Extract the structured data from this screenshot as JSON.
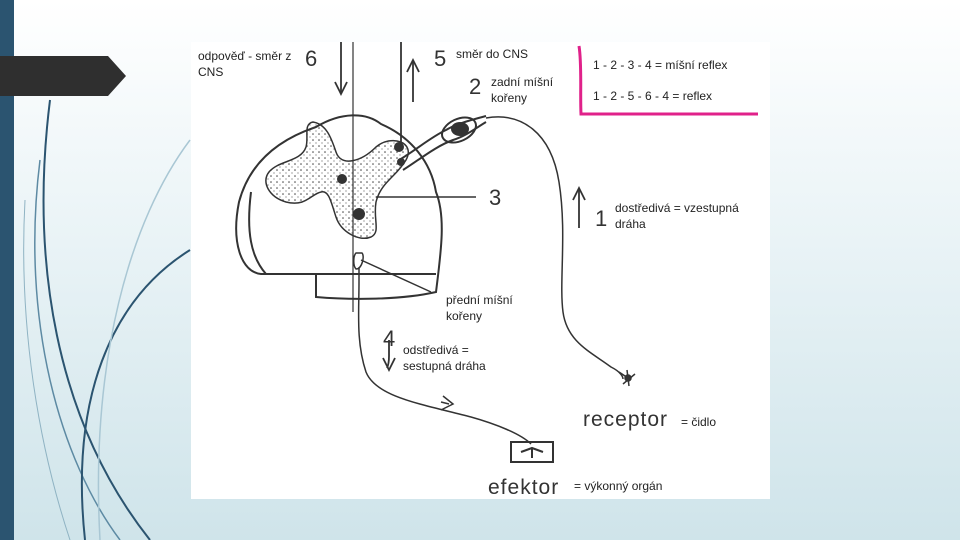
{
  "labels": {
    "response_dir": "odpověď - směr z",
    "response_dir_2": "CNS",
    "cns_dir": "směr do CNS",
    "dorsal_roots": "zadní míšní",
    "dorsal_roots_2": "kořeny",
    "ventral_roots": "přední míšní",
    "ventral_roots_2": "kořeny",
    "afferent": "dostředivá = vzestupná",
    "afferent_2": "dráha",
    "efferent": "odstředivá =",
    "efferent_2": "sestupná dráha",
    "receptor": "receptor",
    "receptor_def": "= čidlo",
    "effector": "efektor",
    "effector_def": "= výkonný orgán"
  },
  "numbers": {
    "n1": "1",
    "n2": "2",
    "n3": "3",
    "n4": "4",
    "n5": "5",
    "n6": "6"
  },
  "legend": {
    "spinal_reflex": "1 - 2 - 3 - 4 = míšní reflex",
    "reflex": "1 - 2 - 5 - 6 - 4 = reflex",
    "border_color": "#e0218a"
  },
  "colors": {
    "sidebar": "#2b5470",
    "tab": "#2f2f2f",
    "ink": "#222222"
  }
}
